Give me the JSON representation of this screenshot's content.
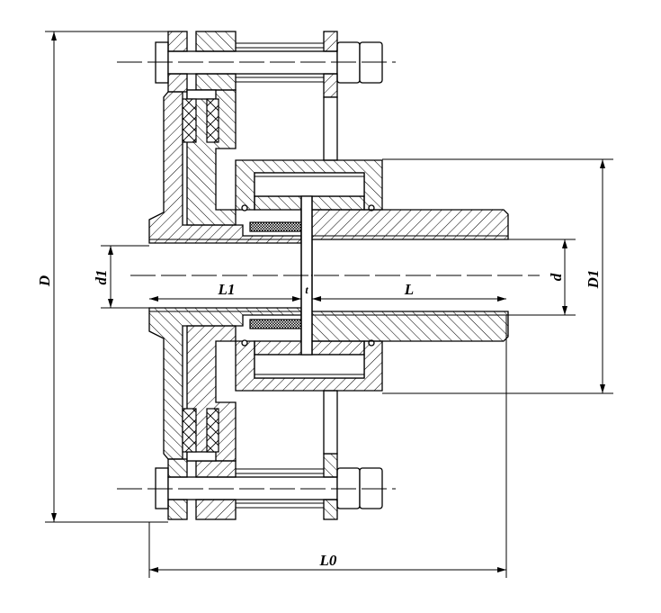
{
  "drawing": {
    "title": "Coupling with brake disc - sectional view",
    "colors": {
      "line": "#000000",
      "background": "#ffffff"
    },
    "dimensions": {
      "D": "D",
      "d1": "d1",
      "L1": "L1",
      "t": "t",
      "L": "L",
      "d": "d",
      "D1": "D1",
      "L0": "L0"
    }
  }
}
